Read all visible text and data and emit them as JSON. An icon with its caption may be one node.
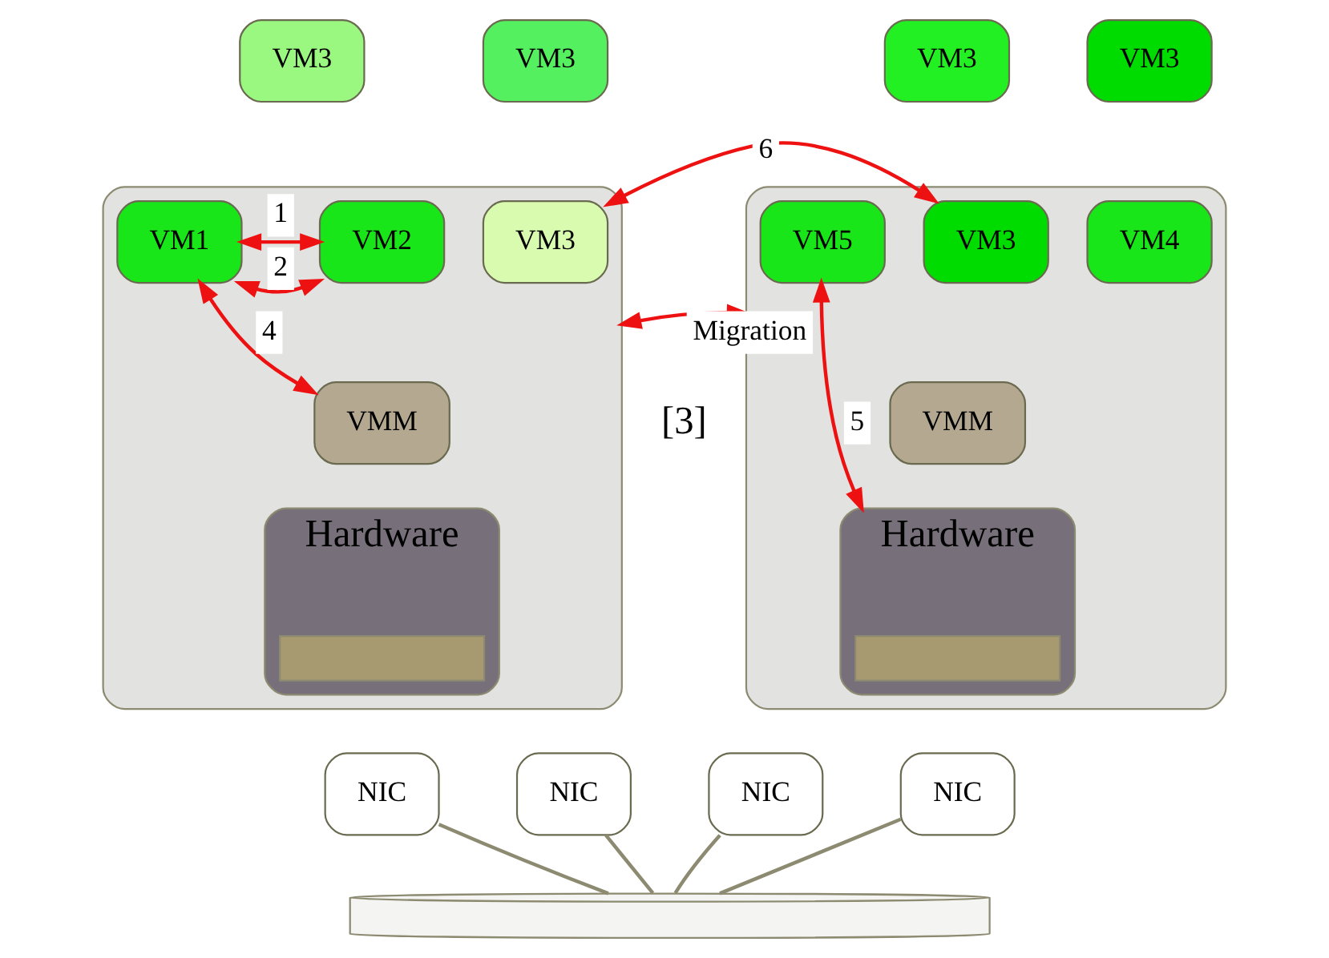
{
  "diagram": {
    "nodes": [
      {
        "text": [],
        "shape": "box"
      },
      {
        "text": [
          "VM1"
        ],
        "in": 0
      },
      {
        "text": [
          "VM2"
        ],
        "in": 0
      },
      {
        "text": [
          "VM3"
        ],
        "in": 0
      },
      {
        "text": [
          "VMM"
        ],
        "in": 0
      },
      {
        "text": [
          "Hardware"
        ],
        "in": 0
      },
      {
        "text": [],
        "shape": "box",
        "in": 5
      },
      {
        "text": [
          "NIC"
        ]
      },
      {
        "text": [
          "NIC"
        ]
      },
      {
        "text": [
          "VM3"
        ]
      },
      {
        "text": [
          "VM3"
        ]
      },
      {
        "text": [
          "VM3"
        ]
      },
      {
        "text": [
          "VM3"
        ]
      },
      {
        "text": [],
        "shape": "box"
      },
      {
        "text": [
          "VM3"
        ],
        "in": 13
      },
      {
        "text": [
          "VM4"
        ],
        "in": 13
      },
      {
        "text": [
          "VM5"
        ],
        "in": 13
      },
      {
        "text": [
          "VMM"
        ],
        "in": 13
      },
      {
        "text": [
          "Hardware"
        ],
        "in": 13
      },
      {
        "text": [],
        "shape": "box",
        "in": 18
      },
      {
        "text": [
          "NIC"
        ]
      },
      {
        "text": [
          "NIC"
        ]
      },
      {
        "text": [],
        "shape": "cylinder"
      }
    ],
    "edges": [
      {
        "from": 1,
        "to": 2,
        "arrow": "both",
        "label": "1"
      },
      {
        "from": 1,
        "to": 2,
        "arrow": "both",
        "label": "2"
      },
      {
        "from": 1,
        "to": 4,
        "arrow": "both",
        "label": "4"
      },
      {
        "from": 0,
        "to": 13,
        "arrow": "both",
        "label": "Migration"
      },
      {
        "from": 3,
        "to": 14,
        "arrow": "both",
        "label": "6"
      },
      {
        "from": 16,
        "to": 18,
        "arrow": "both",
        "label": "5"
      },
      {
        "from": 7,
        "to": 22,
        "arrow": "none",
        "color": "#8c8a70"
      },
      {
        "from": 8,
        "to": 22,
        "arrow": "none",
        "color": "#8c8a70"
      },
      {
        "from": 20,
        "to": 22,
        "arrow": "none",
        "color": "#8c8a70"
      },
      {
        "from": 21,
        "to": 22,
        "arrow": "none",
        "color": "#8c8a70"
      }
    ],
    "labels": [
      "[3]"
    ]
  }
}
